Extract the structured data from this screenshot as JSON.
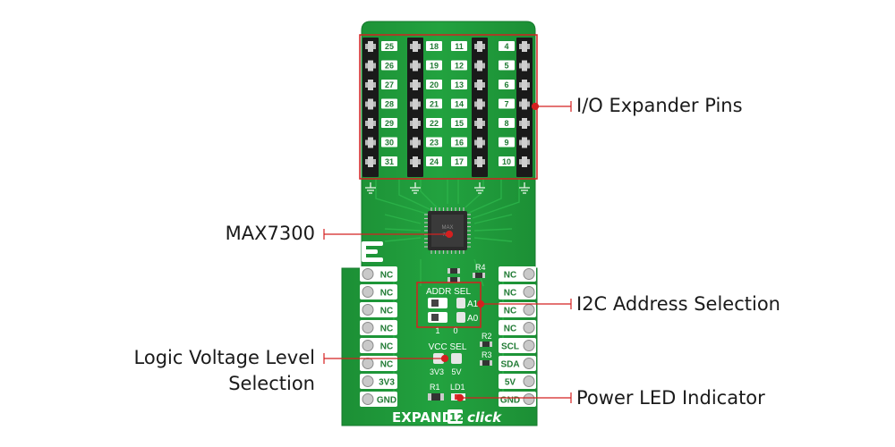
{
  "board": {
    "name": "EXPAND",
    "name_number": "12",
    "name_suffix": "click",
    "pcb_color": "#1f9a3a",
    "highlight_color": "#e0201e"
  },
  "header_pins": {
    "col1": [
      "25",
      "26",
      "27",
      "28",
      "29",
      "30",
      "31"
    ],
    "col2": [
      "18",
      "19",
      "20",
      "21",
      "22",
      "23",
      "24"
    ],
    "col3": [
      "11",
      "12",
      "13",
      "14",
      "15",
      "16",
      "17"
    ],
    "col4": [
      "4",
      "5",
      "6",
      "7",
      "8",
      "9",
      "10"
    ]
  },
  "mikrobus_left": [
    "NC",
    "NC",
    "NC",
    "NC",
    "NC",
    "NC",
    "3V3",
    "GND"
  ],
  "mikrobus_right": [
    "NC",
    "NC",
    "NC",
    "NC",
    "SCL",
    "SDA",
    "5V",
    "GND"
  ],
  "silkscreen": {
    "addr_sel": "ADDR SEL",
    "a1": "A1",
    "a0": "A0",
    "one": "1",
    "zero": "0",
    "vcc_sel": "VCC SEL",
    "v33": "3V3",
    "v5": "5V",
    "r1": "R1",
    "r2": "R2",
    "r3": "R3",
    "r4": "R4",
    "ld1": "LD1"
  },
  "callouts": {
    "io_pins": "I/O Expander Pins",
    "chip": "MAX7300",
    "i2c": "I2C Address Selection",
    "logic_line1": "Logic Voltage Level",
    "logic_line2": "Selection",
    "led": "Power LED Indicator"
  }
}
